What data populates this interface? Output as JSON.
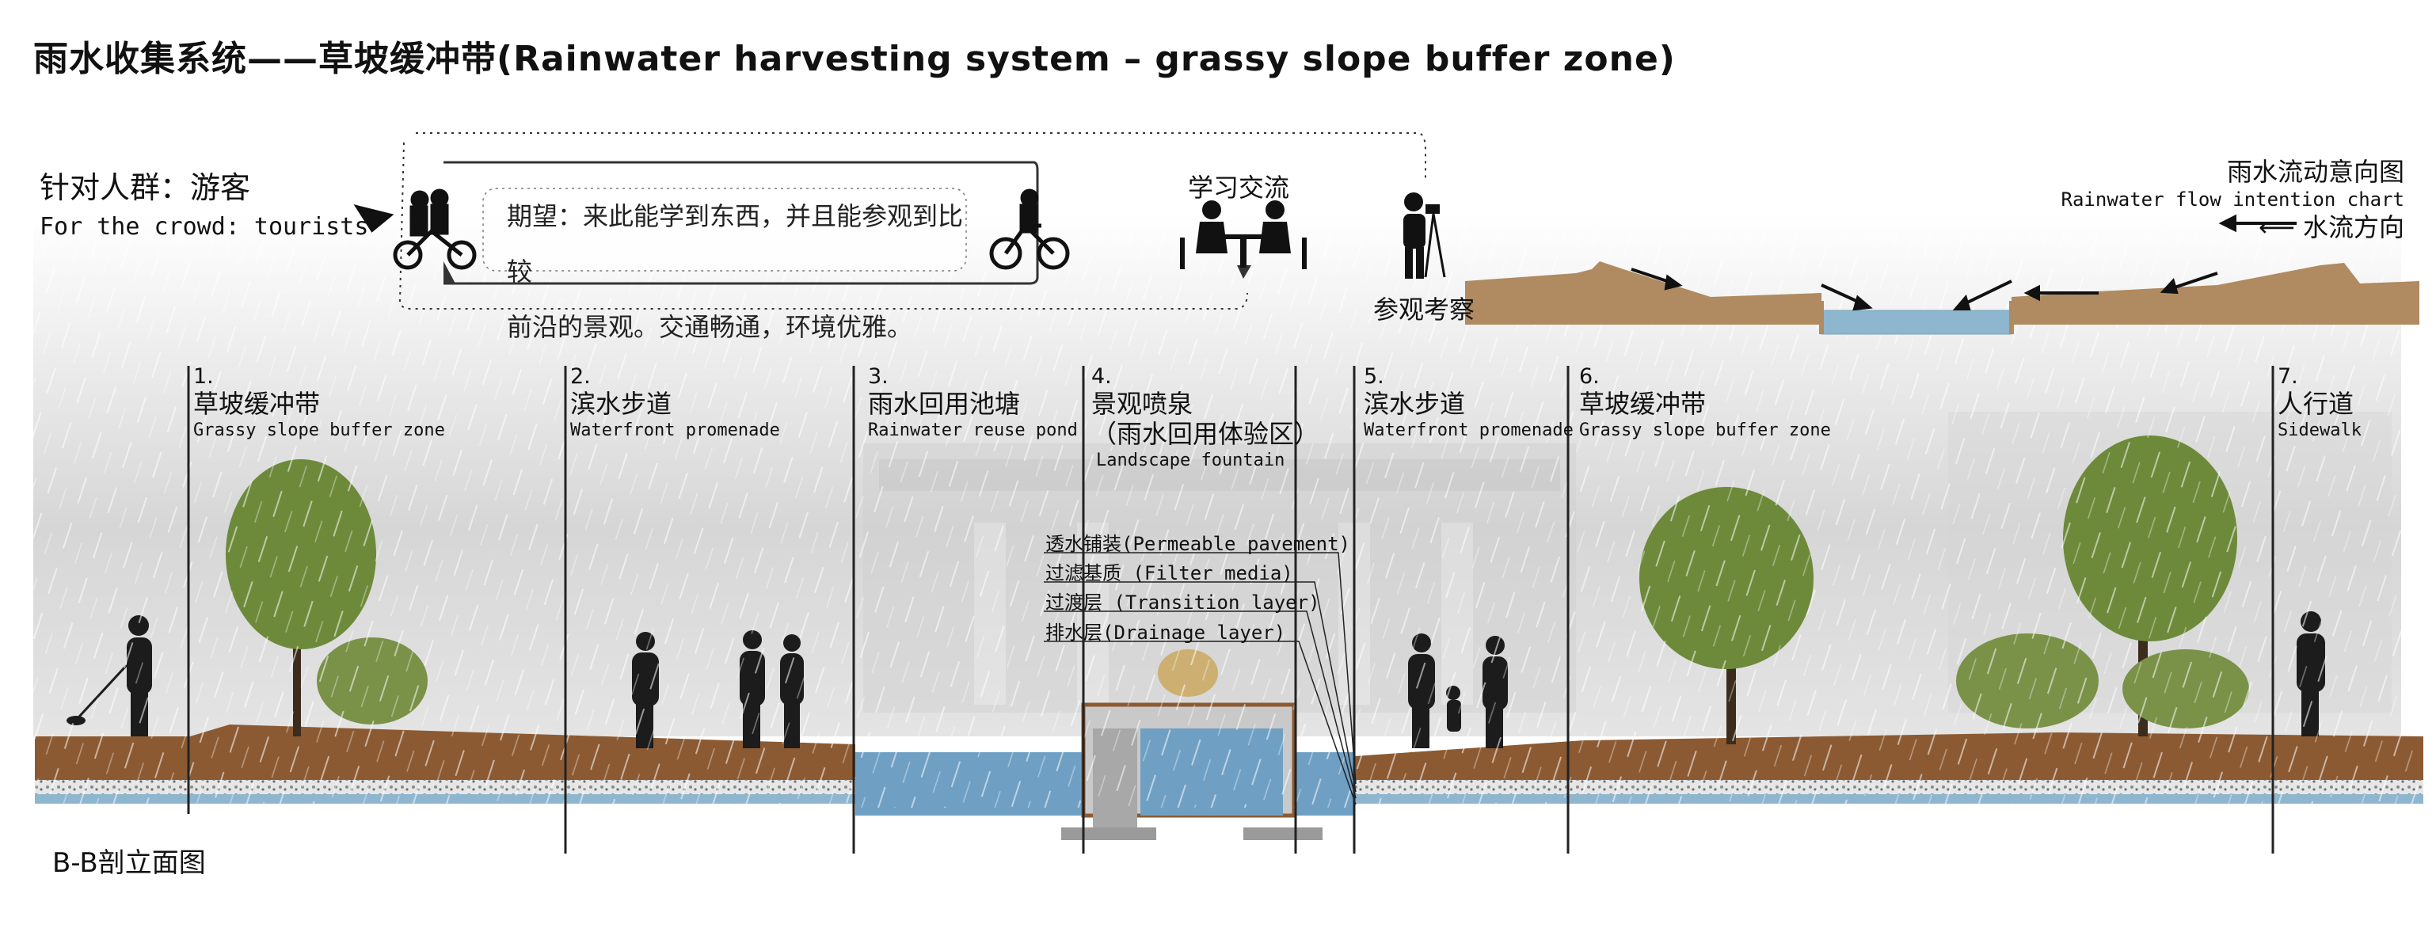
{
  "title": "雨水收集系统——草坡缓冲带(Rainwater harvesting system – grassy slope buffer zone)",
  "audience": {
    "cn": "针对人群：游客",
    "en": "For the crowd: tourists"
  },
  "expectation": {
    "line1": "期望：来此能学到东西，并且能参观到比较",
    "line2": "前沿的景观。交通畅通，环境优雅。"
  },
  "activities": {
    "study": "学习交流",
    "visit": "参观考察"
  },
  "flow_chart": {
    "title_cn": "雨水流动意向图",
    "title_en": "Rainwater flow intention chart",
    "direction": "水流方向"
  },
  "zones": [
    {
      "num": "1.",
      "cn": "草坡缓冲带",
      "en": "Grassy slope buffer zone"
    },
    {
      "num": "2.",
      "cn": "滨水步道",
      "en": "Waterfront promenade"
    },
    {
      "num": "3.",
      "cn": "雨水回用池塘",
      "en": "Rainwater reuse pond"
    },
    {
      "num": "4.",
      "cn": "景观喷泉",
      "cn2": "（雨水回用体验区）",
      "en": "Landscape fountain"
    },
    {
      "num": "5.",
      "cn": "滨水步道",
      "en": "Waterfront promenade"
    },
    {
      "num": "6.",
      "cn": "草坡缓冲带",
      "en": "Grassy slope buffer zone"
    },
    {
      "num": "7.",
      "cn": "人行道",
      "en": "Sidewalk"
    }
  ],
  "layers": [
    "透水铺装(Permeable pavement)",
    "过滤基质 (Filter media)",
    "过渡层 (Transition layer)",
    "排水层(Drainage layer)"
  ],
  "section_label": "B-B剖立面图",
  "colors": {
    "soil": "#8c5a32",
    "water": "#6fa0c4",
    "grass": "#6d8a3a",
    "rain": "#d8dadc"
  }
}
